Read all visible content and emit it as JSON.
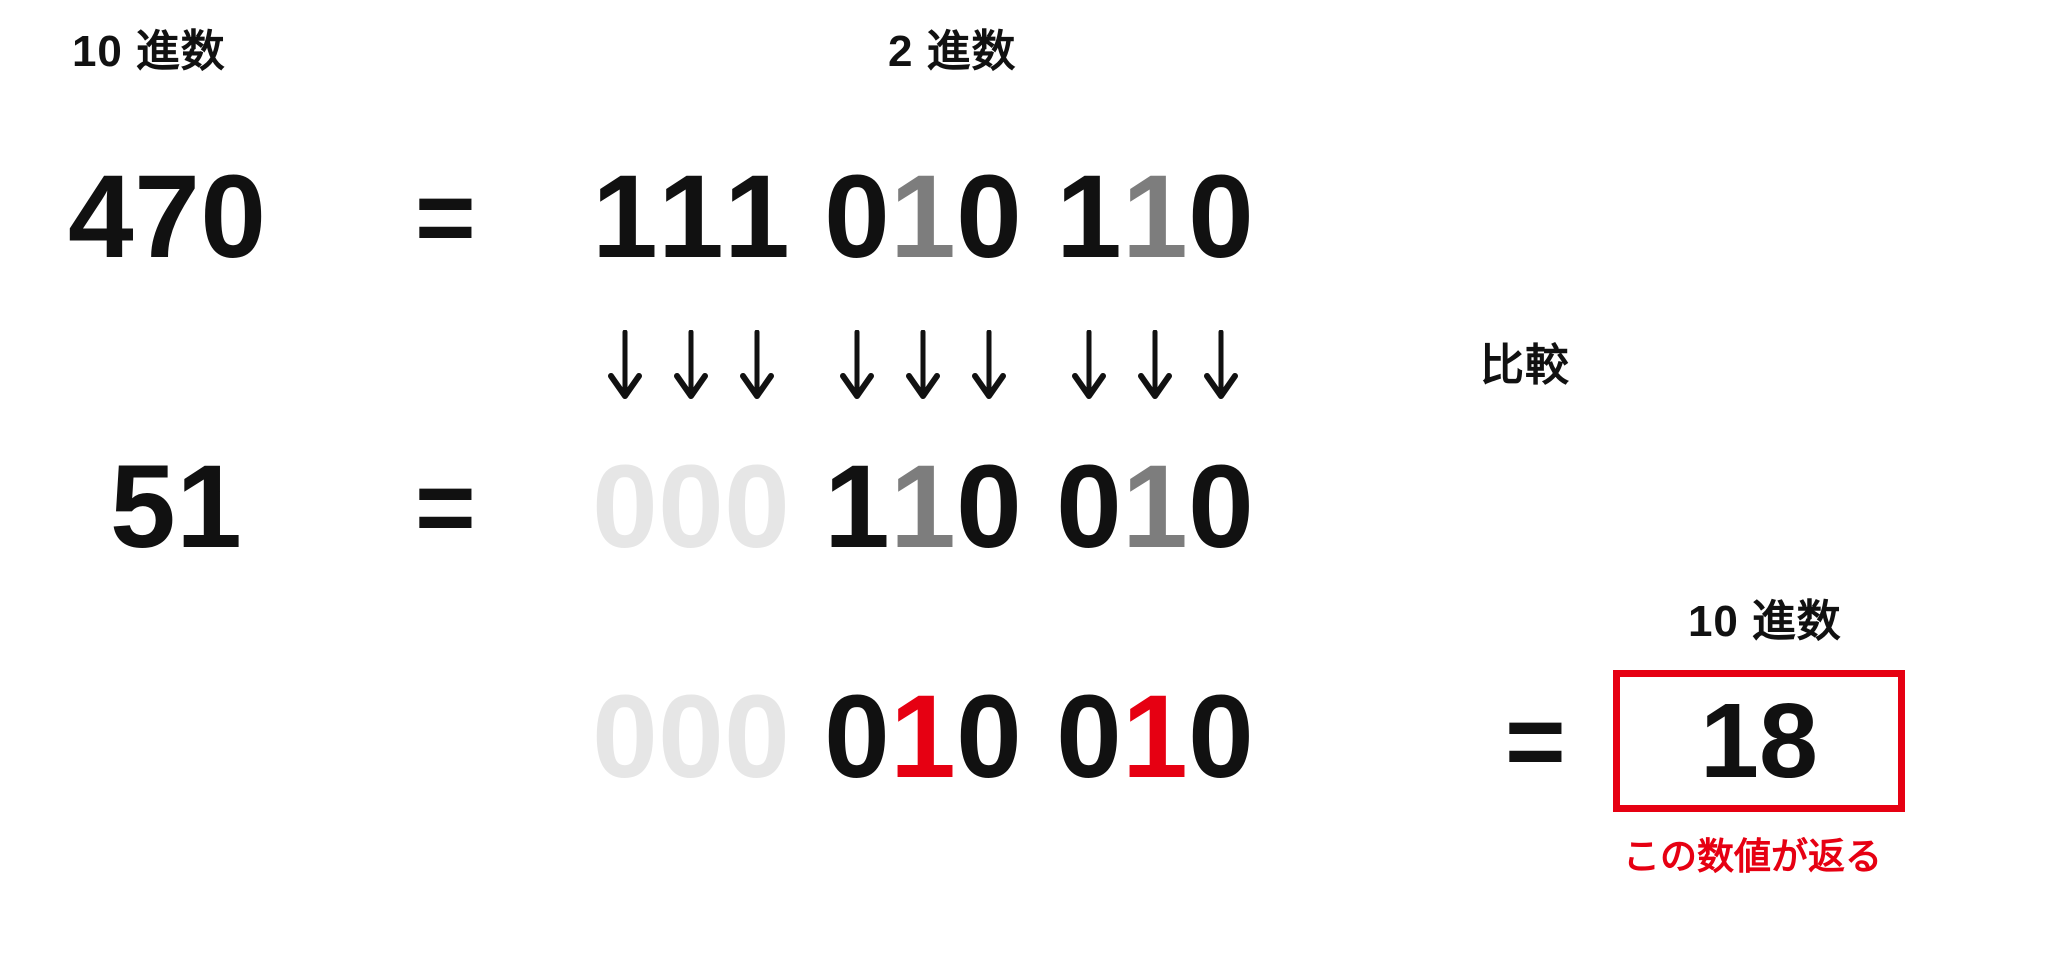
{
  "labels": {
    "decimal_left": "10 進数",
    "binary_top": "2 進数",
    "compare": "比較",
    "decimal_right": "10 進数"
  },
  "operands": {
    "first_decimal": "470",
    "second_decimal": "51",
    "equals_sign": "=",
    "equals_sign_2": "=",
    "equals_sign_result": "="
  },
  "rows": {
    "row1": {
      "decimal": "470",
      "binary": "111010110",
      "groups": [
        {
          "digits": [
            {
              "value": "1",
              "color": "black"
            },
            {
              "value": "1",
              "color": "black"
            },
            {
              "value": "1",
              "color": "black"
            }
          ]
        },
        {
          "digits": [
            {
              "value": "0",
              "color": "black"
            },
            {
              "value": "1",
              "color": "gray"
            },
            {
              "value": "0",
              "color": "black"
            }
          ]
        },
        {
          "digits": [
            {
              "value": "1",
              "color": "black"
            },
            {
              "value": "1",
              "color": "gray"
            },
            {
              "value": "0",
              "color": "black"
            }
          ]
        }
      ]
    },
    "row2": {
      "decimal": "51",
      "binary": "000110010",
      "groups": [
        {
          "digits": [
            {
              "value": "0",
              "color": "faint"
            },
            {
              "value": "0",
              "color": "faint"
            },
            {
              "value": "0",
              "color": "faint"
            }
          ]
        },
        {
          "digits": [
            {
              "value": "1",
              "color": "black"
            },
            {
              "value": "1",
              "color": "gray"
            },
            {
              "value": "0",
              "color": "black"
            }
          ]
        },
        {
          "digits": [
            {
              "value": "0",
              "color": "black"
            },
            {
              "value": "1",
              "color": "gray"
            },
            {
              "value": "0",
              "color": "black"
            }
          ]
        }
      ]
    },
    "result": {
      "binary": "000010010",
      "decimal": "18",
      "groups": [
        {
          "digits": [
            {
              "value": "0",
              "color": "faint"
            },
            {
              "value": "0",
              "color": "faint"
            },
            {
              "value": "0",
              "color": "faint"
            }
          ]
        },
        {
          "digits": [
            {
              "value": "0",
              "color": "black"
            },
            {
              "value": "1",
              "color": "red"
            },
            {
              "value": "0",
              "color": "black"
            }
          ]
        },
        {
          "digits": [
            {
              "value": "0",
              "color": "black"
            },
            {
              "value": "1",
              "color": "red"
            },
            {
              "value": "0",
              "color": "black"
            }
          ]
        }
      ]
    }
  },
  "arrows": {
    "glyph": "↓",
    "count": 9,
    "groups": [
      3,
      3,
      3
    ]
  },
  "answer": {
    "value": "18",
    "note": "この数値が返る"
  },
  "colors": {
    "black": "#111111",
    "gray": "#7d7d7d",
    "faint": "#e6e6e6",
    "red": "#e60012",
    "background": "#ffffff"
  }
}
